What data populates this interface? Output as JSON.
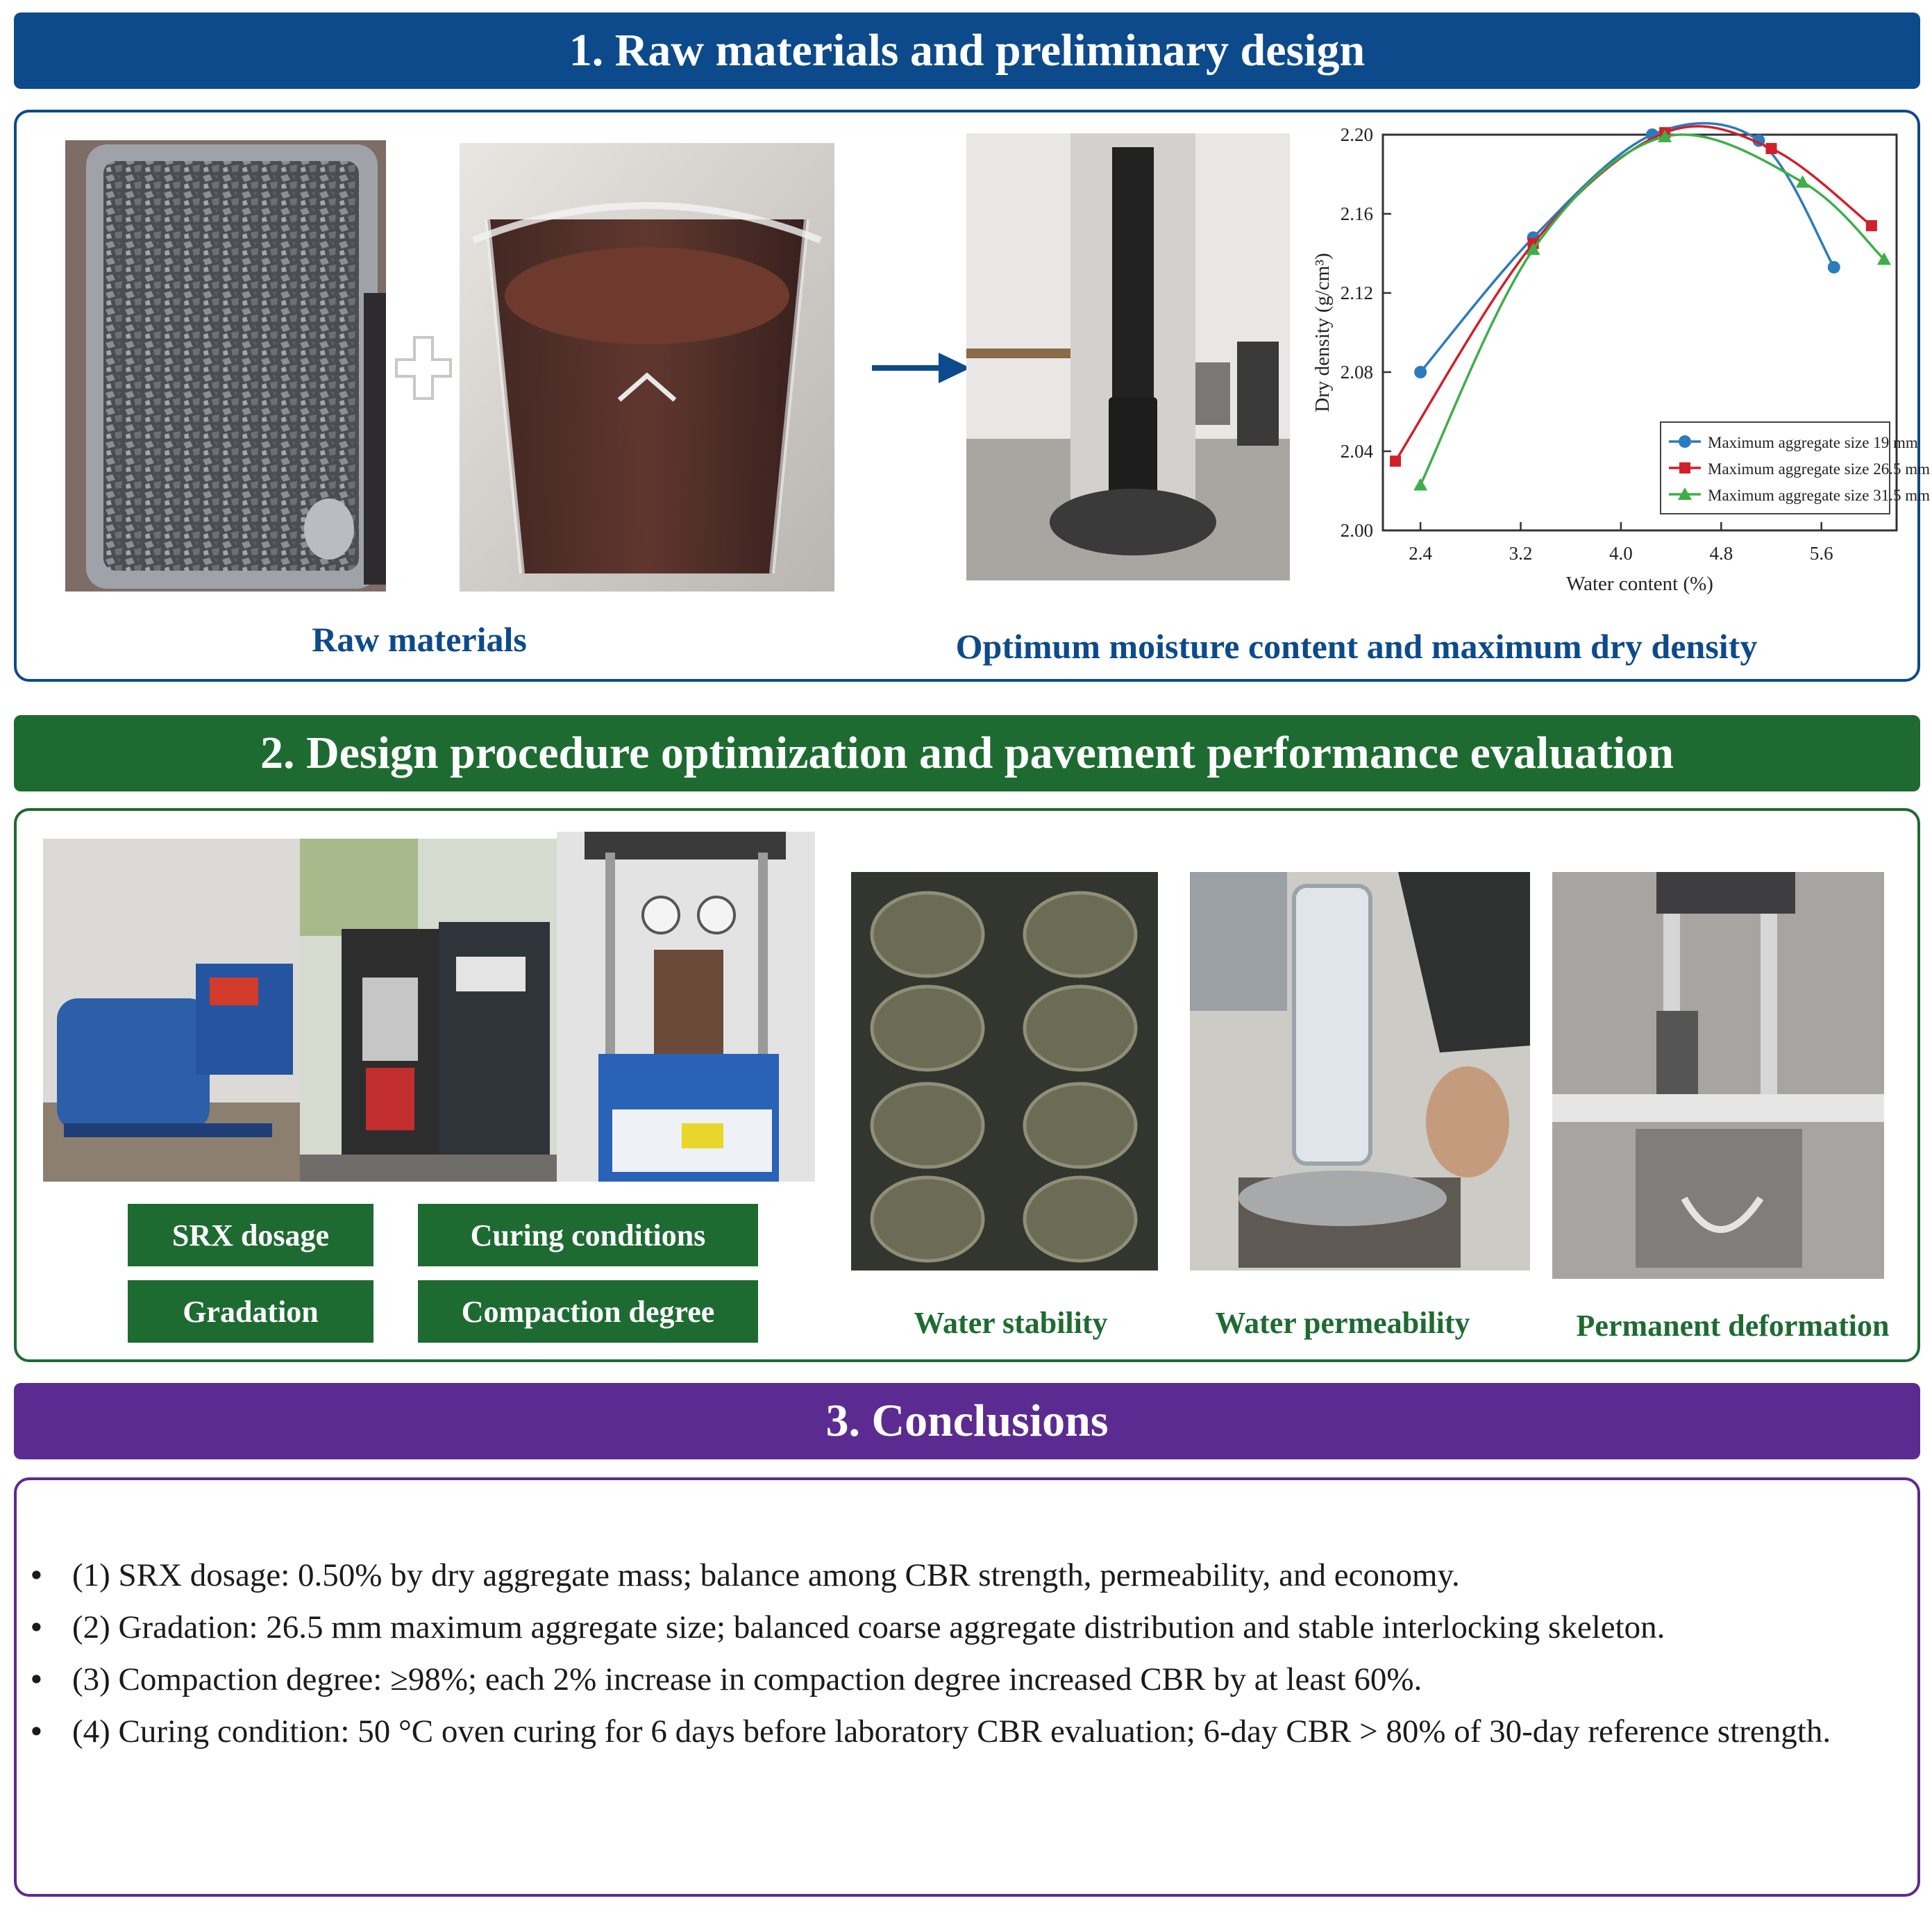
{
  "colors": {
    "blue": "#0d4a8b",
    "green": "#1e6b32",
    "purple": "#5b2b91",
    "series_blue": "#2b7bbf",
    "series_red": "#d0202a",
    "series_green": "#3fae49"
  },
  "section1": {
    "title": "1. Raw materials and preliminary design",
    "caption_raw": "Raw materials",
    "caption_omc": "Optimum moisture content and maximum dry density",
    "icons": [
      "plus-icon",
      "arrow-right-icon"
    ]
  },
  "section2": {
    "title": "2. Design procedure optimization and pavement performance evaluation",
    "tags": [
      "SRX dosage",
      "Curing conditions",
      "Gradation",
      "Compaction degree"
    ],
    "captions": [
      "Water stability",
      "Water permeability",
      "Permanent deformation"
    ]
  },
  "section3": {
    "title": "3. Conclusions",
    "items": [
      "(1) SRX dosage: 0.50% by dry aggregate mass; balance among CBR strength, permeability, and economy.",
      "(2) Gradation: 26.5 mm maximum aggregate size; balanced coarse aggregate distribution and stable interlocking skeleton.",
      "(3) Compaction degree: ≥98%; each 2% increase in compaction degree increased CBR by at least 60%.",
      "(4) Curing condition: 50 °C oven curing for 6 days before laboratory CBR evaluation; 6-day CBR > 80% of 30-day reference strength."
    ]
  },
  "chart_data": {
    "type": "line",
    "xlabel": "Water content (%)",
    "ylabel": "Dry density (g/cm³)",
    "xlim": [
      2.1,
      6.2
    ],
    "ylim": [
      2.0,
      2.2
    ],
    "xticks": [
      "2.4",
      "3.2",
      "4.0",
      "4.8",
      "5.6"
    ],
    "yticks": [
      "2.00",
      "2.04",
      "2.08",
      "2.12",
      "2.16",
      "2.20"
    ],
    "grid": false,
    "legend_position": "bottom-right",
    "series": [
      {
        "name": "Maximum aggregate size 19 mm",
        "marker": "circle",
        "color": "#2b7bbf",
        "x": [
          2.4,
          3.3,
          4.25,
          5.1,
          5.7
        ],
        "y": [
          2.08,
          2.148,
          2.2,
          2.197,
          2.133
        ]
      },
      {
        "name": "Maximum aggregate size 26.5 mm",
        "marker": "square",
        "color": "#d0202a",
        "x": [
          2.2,
          3.3,
          4.35,
          5.2,
          6.0
        ],
        "y": [
          2.035,
          2.145,
          2.201,
          2.193,
          2.154
        ]
      },
      {
        "name": "Maximum aggregate size 31.5 mm",
        "marker": "triangle",
        "color": "#3fae49",
        "x": [
          2.4,
          3.3,
          4.35,
          5.45,
          6.1
        ],
        "y": [
          2.023,
          2.142,
          2.199,
          2.176,
          2.137
        ]
      }
    ]
  }
}
